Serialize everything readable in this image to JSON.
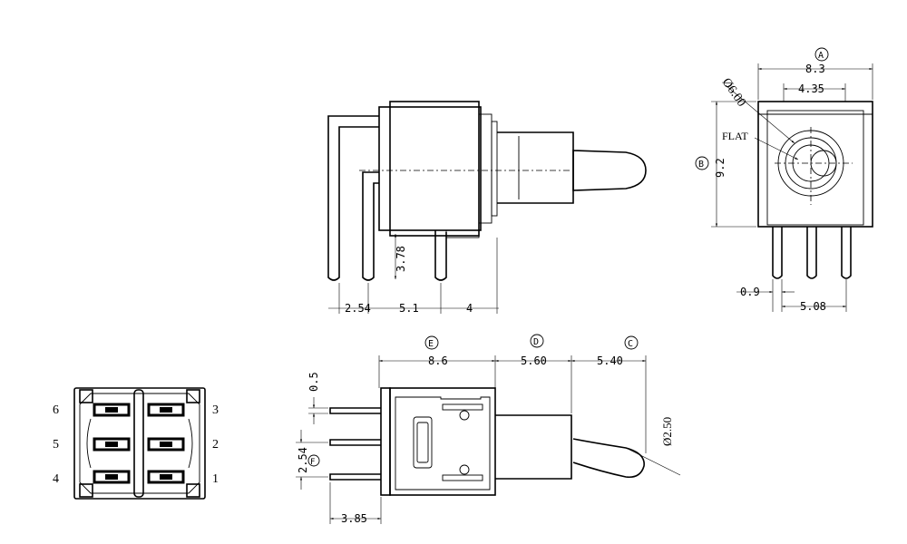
{
  "side_view": {
    "dims": {
      "pin_pitch": "2.54",
      "pin_span": "5.1",
      "bushing_offset": "4",
      "pin_height": "3.78"
    }
  },
  "front_view": {
    "dims": {
      "width": "8.3",
      "inner_width": "4.35",
      "bushing_dia": "Ø6.00",
      "height": "9.2",
      "pin_offset": "0.9",
      "pin_pitch": "5.08"
    },
    "flat_label": "FLAT",
    "markers": {
      "width": "A",
      "height": "B"
    }
  },
  "bottom_view": {
    "dims": {
      "pin_length": "0.5",
      "body_length": "8.6",
      "bushing_length": "5.60",
      "lever_length": "5.40",
      "tip_dia": "Ø2.50",
      "pin_pitch": "2.54",
      "pin_offset": "3.85"
    },
    "markers": {
      "body": "E",
      "bushing": "D",
      "lever": "C",
      "pitch": "F"
    }
  },
  "pin_layout": {
    "left_labels": [
      "6",
      "5",
      "4"
    ],
    "right_labels": [
      "3",
      "2",
      "1"
    ]
  }
}
